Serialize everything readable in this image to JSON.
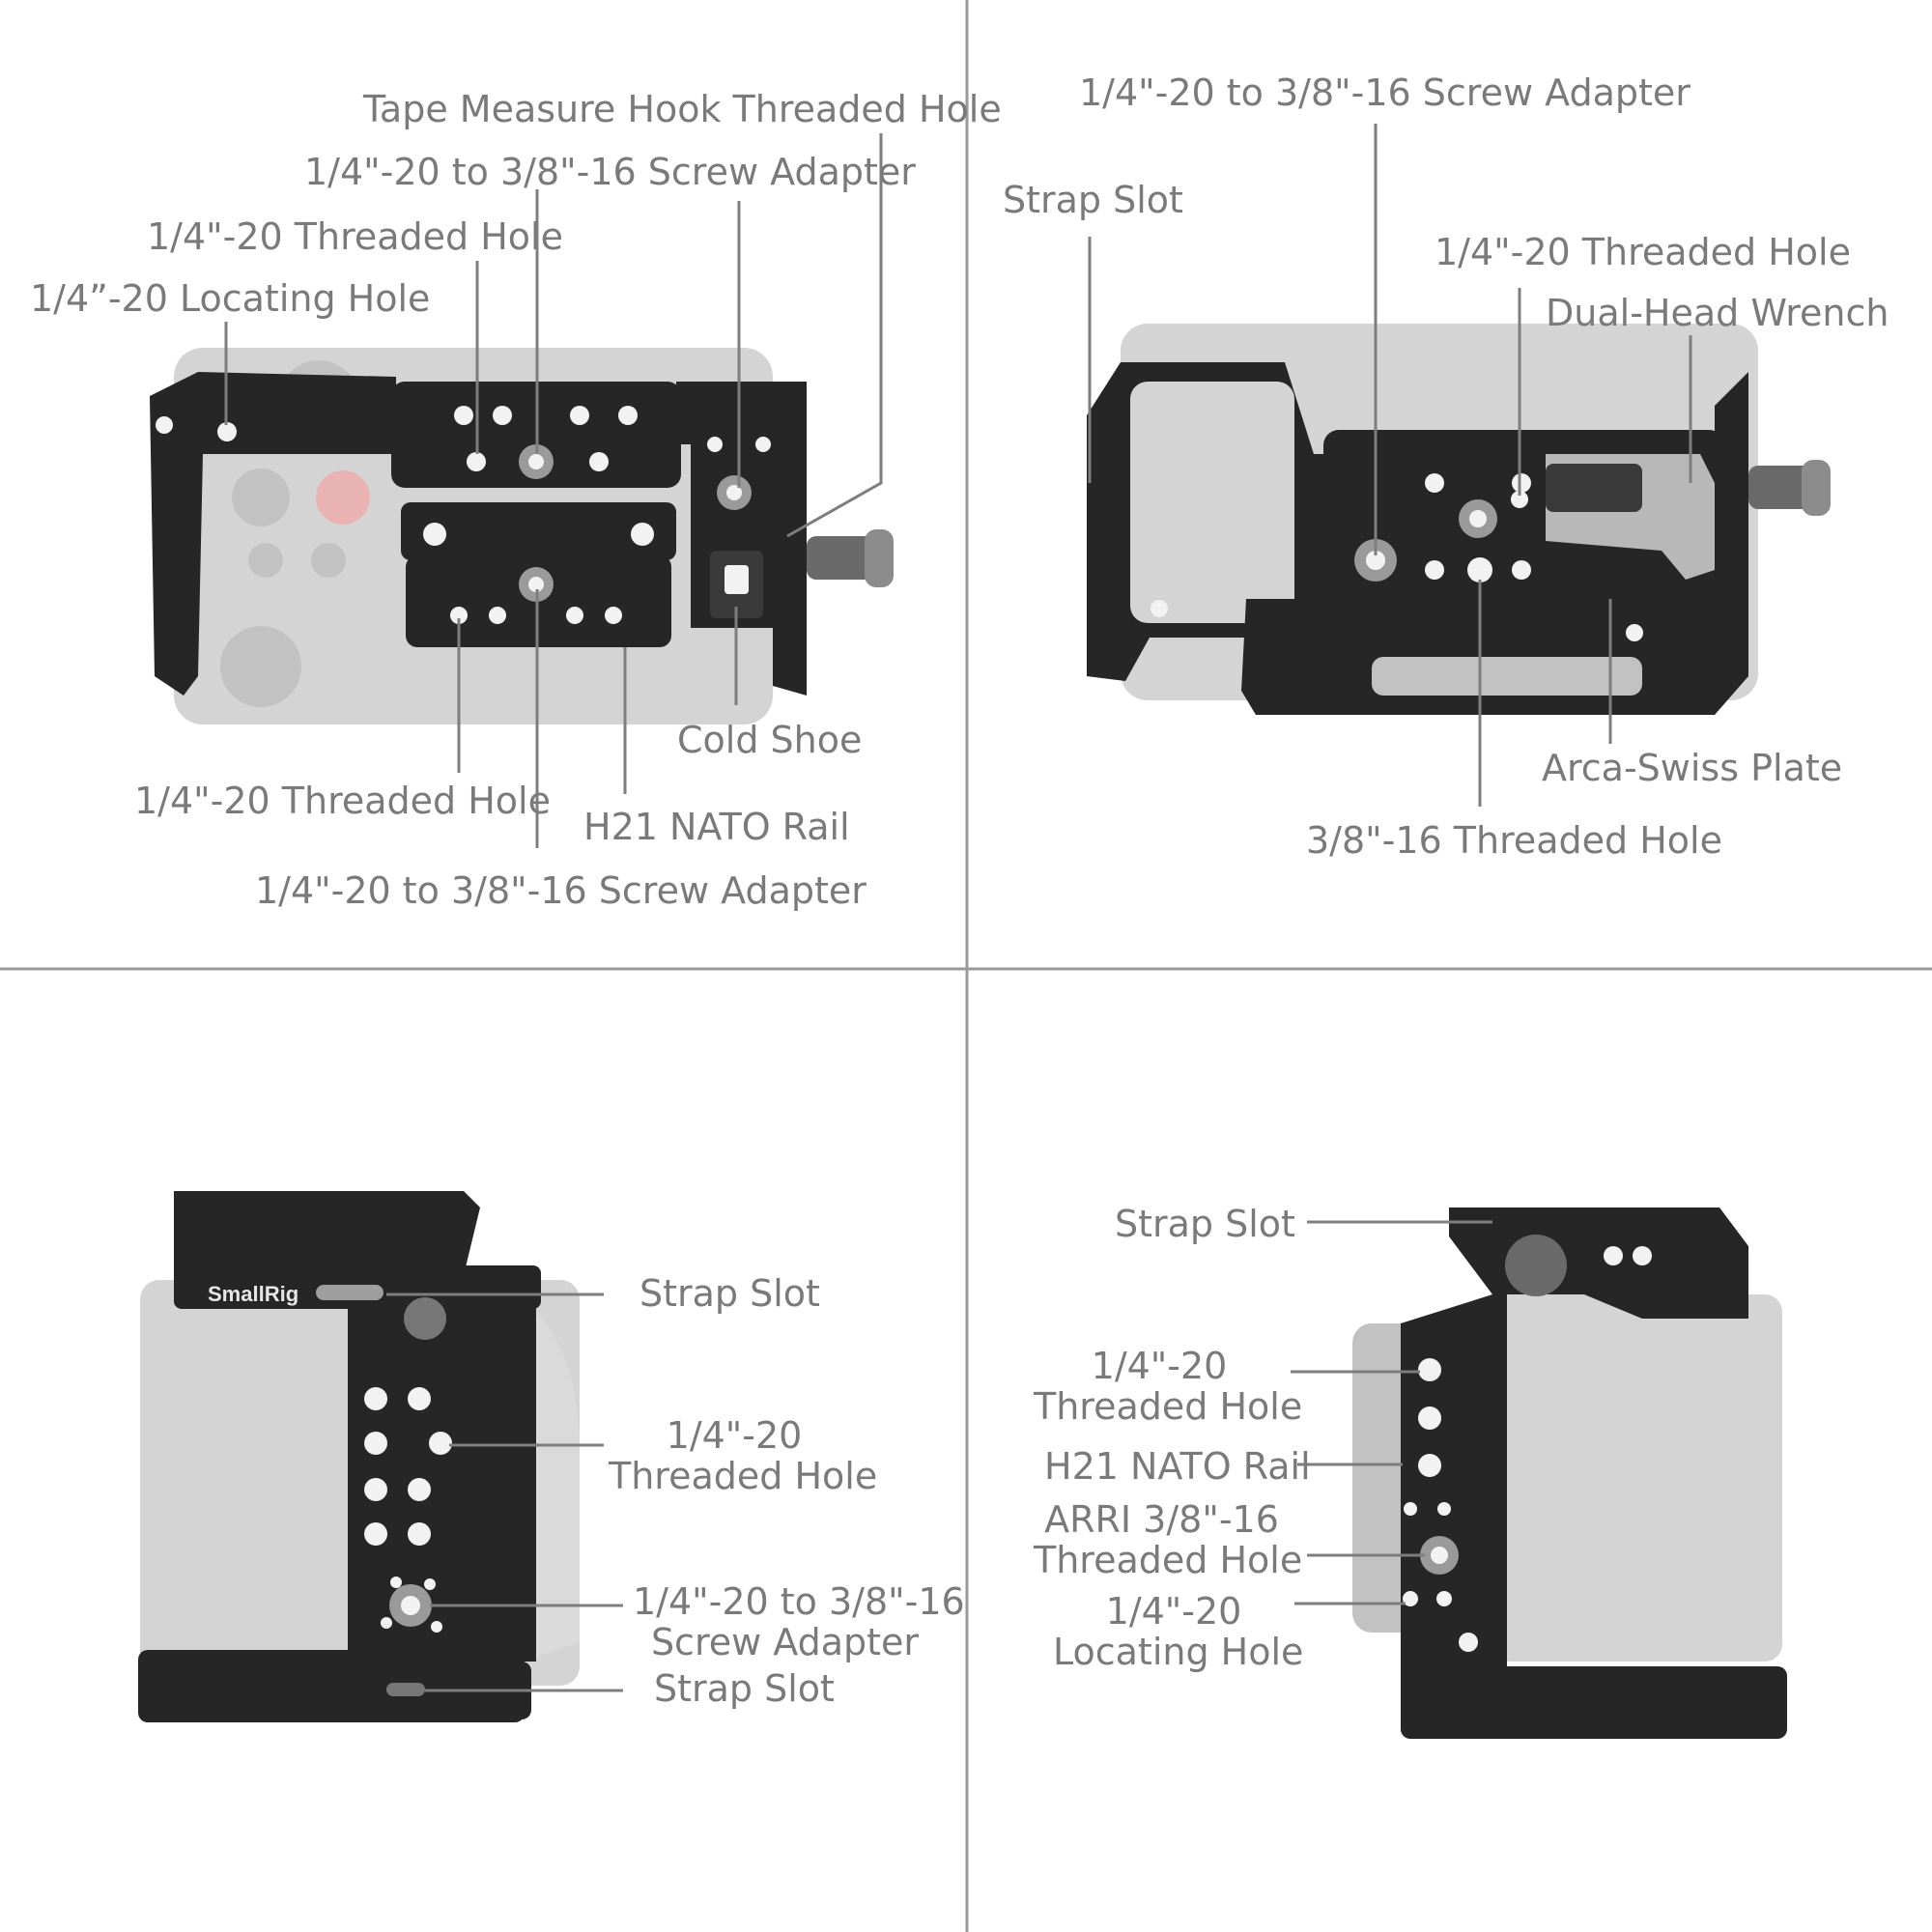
{
  "quadrants": [
    {
      "id": "top-left",
      "view": "top",
      "labels": {
        "tape_measure_hook": "Tape Measure Hook Threaded Hole",
        "screw_adapter_top": "1/4\"-20 to 3/8\"-16 Screw Adapter",
        "threaded_hole_top": "1/4\"-20 Threaded Hole",
        "locating_hole": "1/4”-20 Locating Hole",
        "cold_shoe": "Cold Shoe",
        "threaded_hole_bottom": "1/4\"-20 Threaded Hole",
        "nato_rail": "H21 NATO Rail",
        "screw_adapter_bottom": "1/4\"-20 to 3/8\"-16 Screw Adapter"
      }
    },
    {
      "id": "top-right",
      "view": "bottom",
      "labels": {
        "screw_adapter": "1/4\"-20 to 3/8\"-16 Screw Adapter",
        "strap_slot": "Strap Slot",
        "threaded_hole": "1/4\"-20 Threaded Hole",
        "wrench": "Dual-Head Wrench",
        "arca_plate": "Arca-Swiss Plate",
        "threaded_hole_38": "3/8\"-16 Threaded Hole"
      }
    },
    {
      "id": "bottom-left",
      "view": "grip side",
      "brand": "SmallRig",
      "labels": {
        "strap_slot_top": "Strap Slot",
        "threaded_hole_line1": "1/4\"-20",
        "threaded_hole_line2": "Threaded Hole",
        "screw_adapter_line1": "1/4\"-20 to 3/8\"-16",
        "screw_adapter_line2": "Screw Adapter",
        "strap_slot_bottom": "Strap Slot"
      }
    },
    {
      "id": "bottom-right",
      "view": "port side",
      "labels": {
        "strap_slot": "Strap Slot",
        "threaded_hole_line1": "1/4\"-20",
        "threaded_hole_line2": "Threaded Hole",
        "nato_rail": "H21 NATO Rail",
        "arri_line1": "ARRI 3/8\"-16",
        "arri_line2": "Threaded Hole",
        "locating_line1": "1/4\"-20",
        "locating_line2": "Locating Hole"
      }
    }
  ],
  "colors": {
    "label_text": "#7a7a7a",
    "leader_line": "#7e7e7e",
    "divider": "#9a9a9a",
    "cage_metal": "#262626",
    "camera_body": "#d4d4d4"
  }
}
